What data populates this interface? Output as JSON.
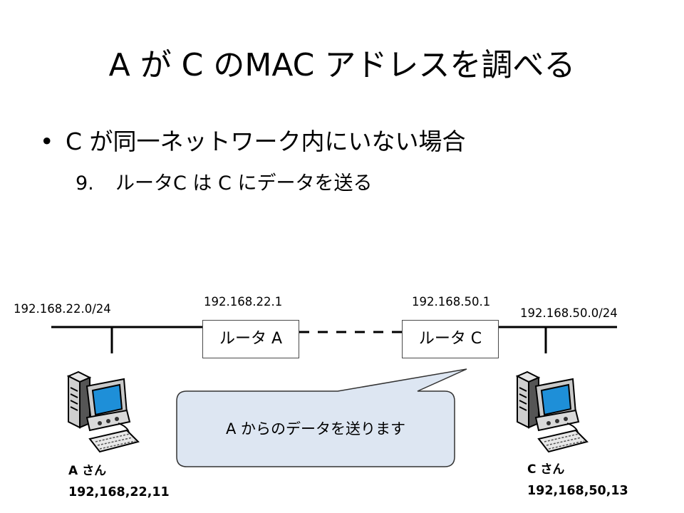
{
  "slide": {
    "title": "A が C のMAC アドレスを調べる",
    "bullet": {
      "marker": "•",
      "text": "C が同一ネットワーク内にいない場合"
    },
    "step": {
      "number": "9.",
      "text": "ルータC は C にデータを送る"
    }
  },
  "network": {
    "subnet_a": "192.168.22.0/24",
    "subnet_c": "192.168.50.0/24",
    "router_a": {
      "ip": "192.168.22.1",
      "label": "ルータ A"
    },
    "router_c": {
      "ip": "192.168.50.1",
      "label": "ルータ C"
    },
    "speech_bubble": "A からのデータを送ります",
    "host_a": {
      "name": "A さん",
      "ip": "192,168,22,11",
      "icon": "computer-icon"
    },
    "host_c": {
      "name": "C さん",
      "ip": "192,168,50,13",
      "icon": "computer-icon"
    }
  },
  "colors": {
    "bubble_fill": "#dde6f2",
    "monitor_screen": "#1e8fd8",
    "computer_body": "#c9c9c9"
  }
}
